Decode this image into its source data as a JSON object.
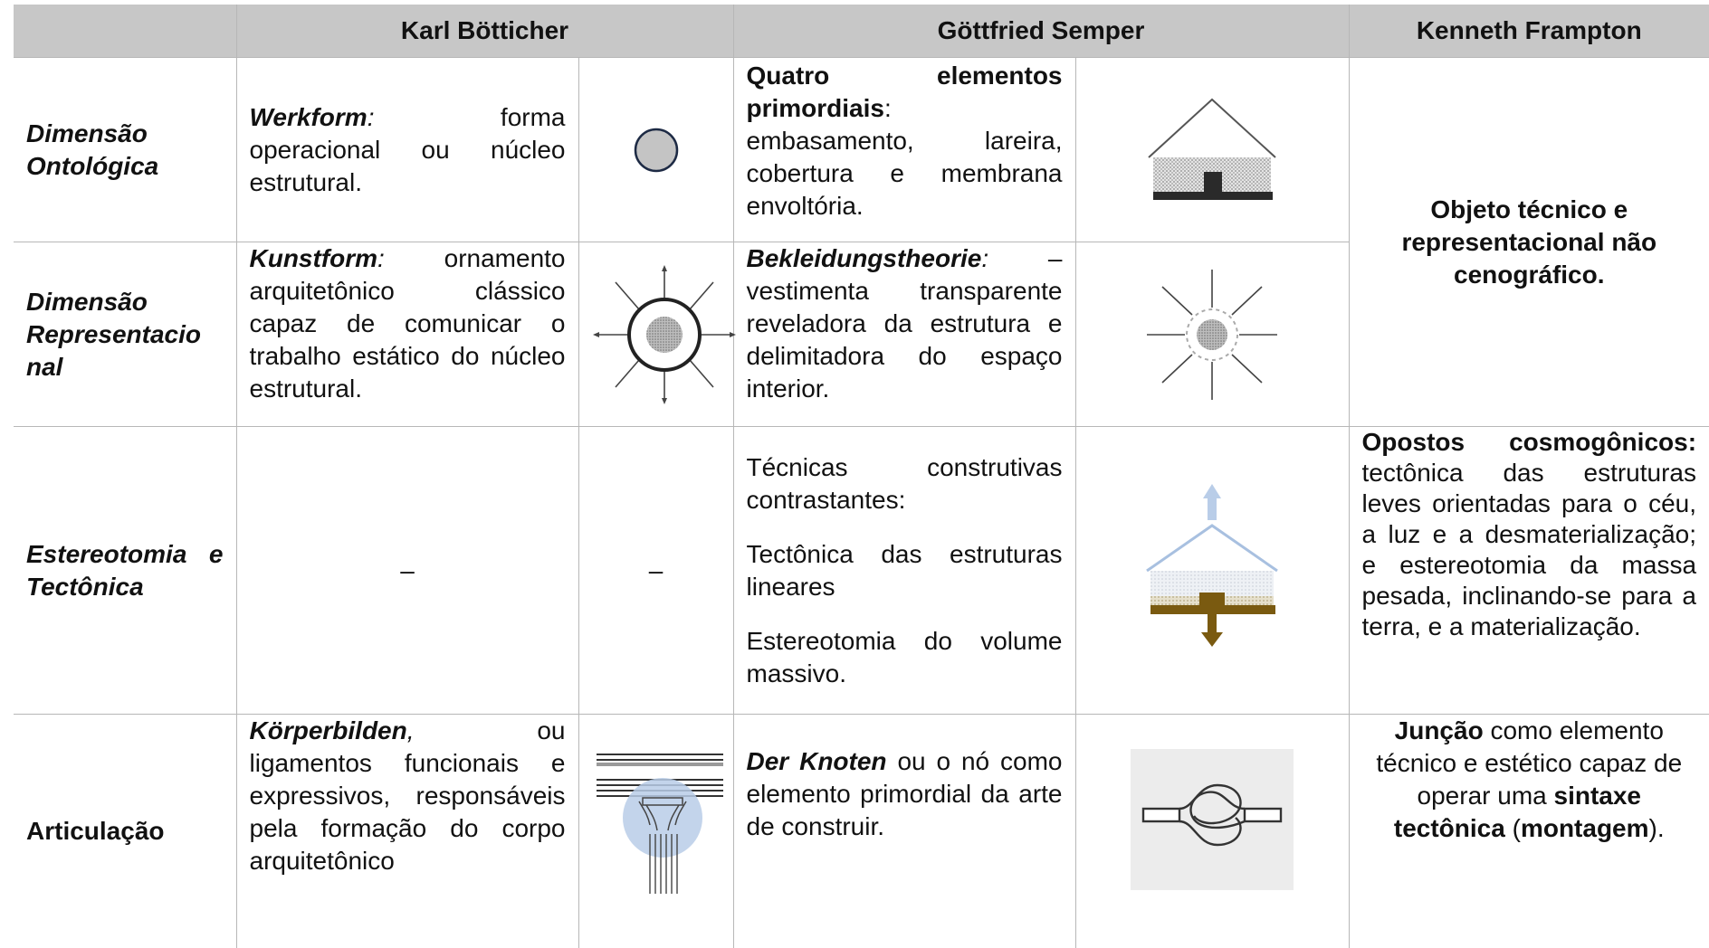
{
  "header": {
    "col_botticher": "Karl Bötticher",
    "col_semper": "Göttfried Semper",
    "col_frampton": "Kenneth Frampton"
  },
  "rows": {
    "ontologica": {
      "label": "Dimensão Ontológica",
      "botticher_term": "Werkform",
      "botticher_colon": ":",
      "botticher_text": " forma operacional ou núcleo estrutural.",
      "semper_term": "Quatro elementos primordiais",
      "semper_text": ": embasamento, lareira, cobertura e membrana envoltória.",
      "icon_botticher": "grey-circle-icon",
      "icon_semper": "house-section-icon"
    },
    "representacional": {
      "label": "Dimensão Representacio nal",
      "botticher_term": "Kunstform",
      "botticher_colon": ":",
      "botticher_text": " ornamento arquitetônico clássico capaz de comunicar o trabalho estático do núcleo estrutural.",
      "semper_term": "Bekleidungstheorie",
      "semper_colon": ":",
      "semper_text": " – vestimenta transparente reveladora da estrutura e delimitadora do espaço interior.",
      "icon_botticher": "radiating-core-icon",
      "icon_semper": "radiating-dashed-core-icon"
    },
    "frampton_merged": "Objeto técnico e representacional não cenográfico.",
    "estereotomia": {
      "label": "Estereotomia e Tectônica",
      "botticher_text": "–",
      "botticher_icon_text": "–",
      "semper_p1": "Técnicas construtivas contrastantes:",
      "semper_p2": "Tectônica das estruturas lineares",
      "semper_p3": "Estereotomia do volume massivo.",
      "icon_semper": "up-down-house-icon",
      "frampton_term": "Opostos cosmogônicos:",
      "frampton_text": " tectônica das estruturas leves orientadas para o céu, a luz e a desmaterialização; e estereotomia da massa pesada, inclinando-se para a terra, e a materialização."
    },
    "articulacao": {
      "label": "Articulação",
      "botticher_term": "Körperbilden",
      "botticher_comma": ",",
      "botticher_text": " ou ligamentos funcionais e expressivos, responsáveis pela formação do corpo arquitetônico",
      "icon_botticher": "corinthian-capital-icon",
      "semper_term": "Der Knoten",
      "semper_text": " ou o nó como elemento primordial da arte de construir.",
      "icon_semper": "knot-icon",
      "frampton_t1": "Junção",
      "frampton_t2": " como elemento técnico e estético capaz de operar uma ",
      "frampton_t3": "sintaxe tectônica",
      "frampton_t4": " (",
      "frampton_t5": "montagem",
      "frampton_t6": ")."
    }
  },
  "colors": {
    "header_bg": "#c7c7c7",
    "border": "#b7b7b7",
    "accent_blue": "#b9cde8",
    "accent_brown": "#7a5a10"
  }
}
